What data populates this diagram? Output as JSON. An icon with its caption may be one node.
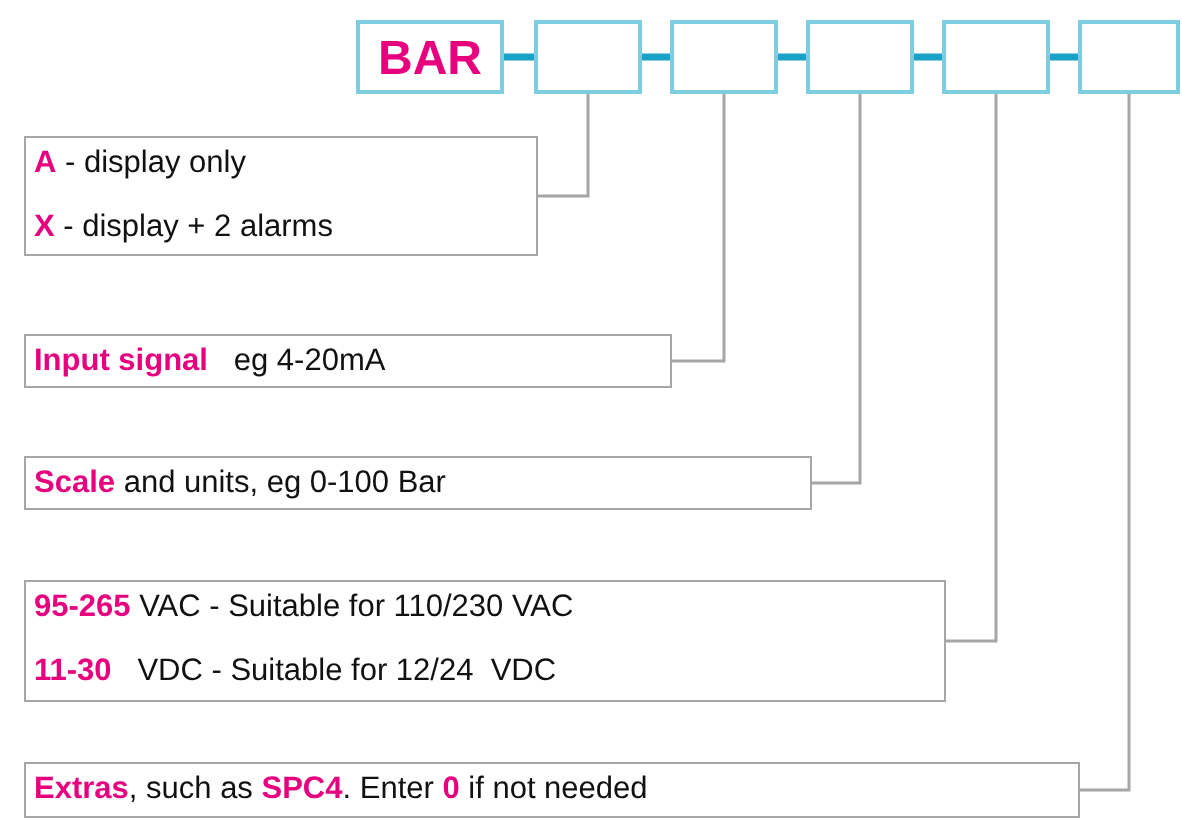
{
  "diagram": {
    "nodes": [
      {
        "text": [
          "BAR"
        ]
      },
      {
        "text": [],
        "shape": "box"
      },
      {
        "text": [],
        "shape": "box"
      },
      {
        "text": [],
        "shape": "box"
      },
      {
        "text": [],
        "shape": "box"
      },
      {
        "text": [],
        "shape": "box"
      },
      {
        "text": [
          "**A** - display only",
          "**X** - display + 2 alarms"
        ]
      },
      {
        "text": [
          "**Input signal**   eg 4-20mA"
        ]
      },
      {
        "text": [
          "**Scale** and units, eg 0-100 Bar"
        ]
      },
      {
        "text": [
          "**95-265** VAC - Suitable for 110/230 VAC",
          "**11-30**   VDC - Suitable for 12/24  VDC"
        ]
      },
      {
        "text": [
          "**Extras**, such as **SPC4**. Enter **0** if not needed"
        ]
      }
    ],
    "edges": [
      {
        "from": 0,
        "to": 1,
        "arrow": "none",
        "style": "thick"
      },
      {
        "from": 1,
        "to": 2,
        "arrow": "none",
        "style": "thick"
      },
      {
        "from": 2,
        "to": 3,
        "arrow": "none",
        "style": "thick"
      },
      {
        "from": 3,
        "to": 4,
        "arrow": "none",
        "style": "thick"
      },
      {
        "from": 4,
        "to": 5,
        "arrow": "none",
        "style": "thick"
      },
      {
        "from": 1,
        "to": 6,
        "arrow": "none",
        "color": "#a6a6a6"
      },
      {
        "from": 2,
        "to": 7,
        "arrow": "none",
        "color": "#a6a6a6"
      },
      {
        "from": 3,
        "to": 8,
        "arrow": "none",
        "color": "#a6a6a6"
      },
      {
        "from": 4,
        "to": 9,
        "arrow": "none",
        "color": "#a6a6a6"
      },
      {
        "from": 5,
        "to": 10,
        "arrow": "none",
        "color": "#a6a6a6"
      }
    ]
  }
}
